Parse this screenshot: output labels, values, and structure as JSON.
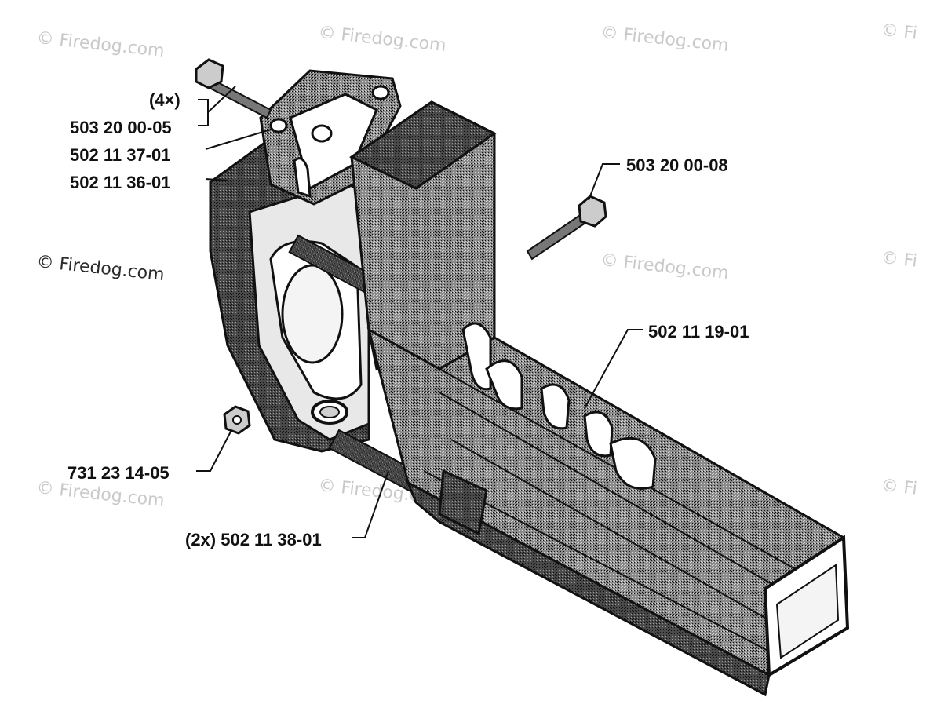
{
  "watermark": {
    "text": "© Firedog.com",
    "partial_text": "© Fi"
  },
  "callouts": {
    "qty_4x": "(4×)",
    "bolt_top": "503 20 00-05",
    "gasket": "502 11 37-01",
    "housing": "502 11 36-01",
    "bolt_right": "503 20 00-08",
    "tube": "502 11 19-01",
    "nut": "731 23 14-05",
    "spacer": "(2x) 502 11 38-01"
  },
  "colors": {
    "ink": "#111111",
    "shade": "#6e6e6e",
    "watermark": "#c9c9c9"
  }
}
